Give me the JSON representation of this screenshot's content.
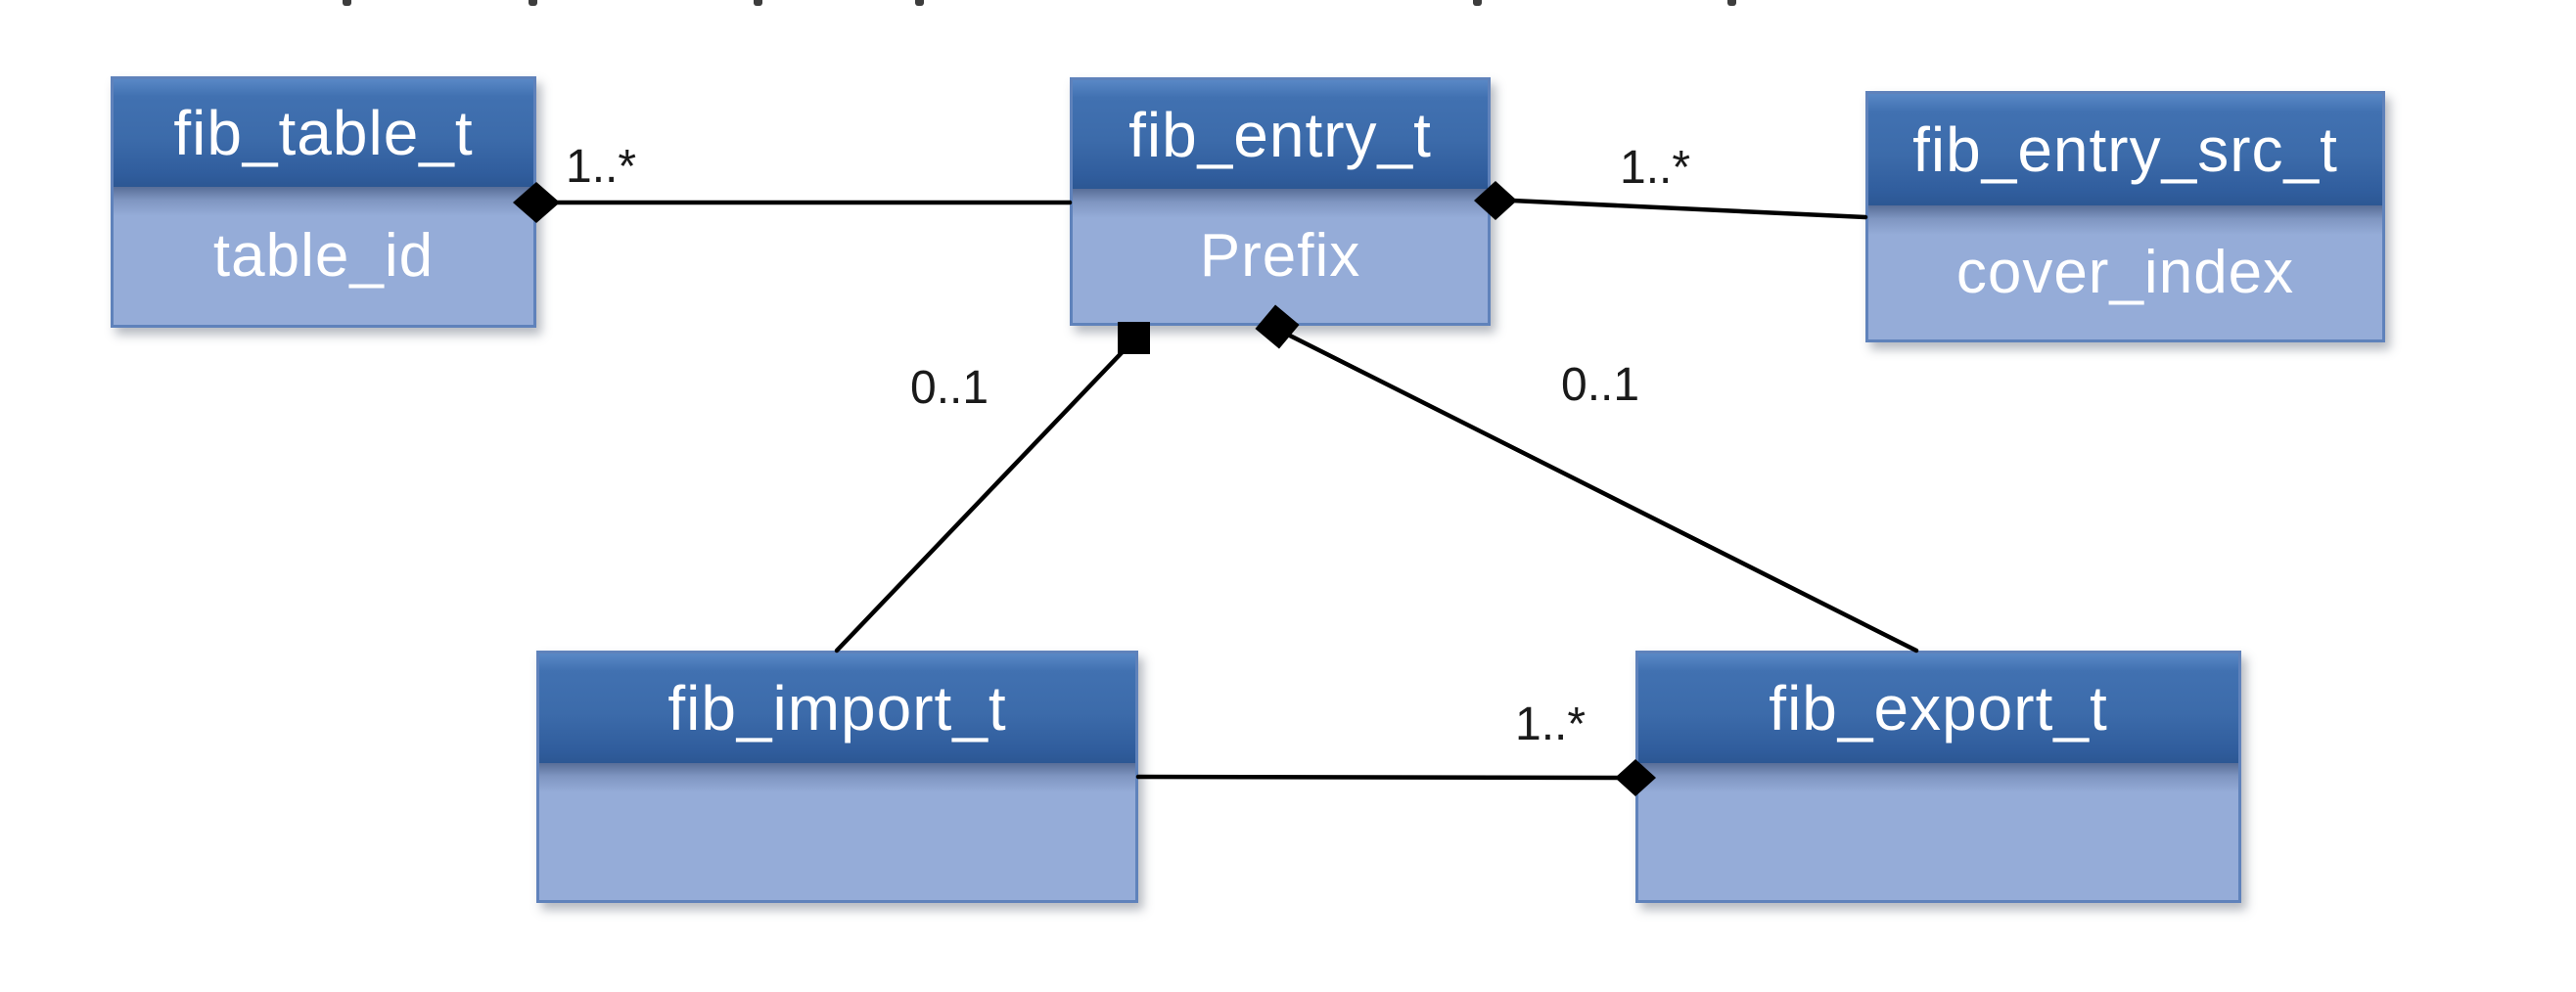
{
  "colors": {
    "background": "#ffffff",
    "header-top": "#5988c6",
    "header-mid": "#3c6baa",
    "header-bottom": "#2c5793",
    "body-fill": "#95acd8",
    "box-border": "#5f82bb",
    "connector": "#000000",
    "class-text": "#ffffff",
    "label-text": "#1a1a1a"
  },
  "diagram": {
    "classes": [
      {
        "name": "fib_table_t",
        "attribute": "table_id"
      },
      {
        "name": "fib_entry_t",
        "attribute": "Prefix"
      },
      {
        "name": "fib_entry_src_t",
        "attribute": "cover_index"
      },
      {
        "name": "fib_import_t",
        "attribute": ""
      },
      {
        "name": "fib_export_t",
        "attribute": ""
      }
    ],
    "associations": [
      {
        "from": "fib_table_t",
        "to": "fib_entry_t",
        "multiplicity": "1..*",
        "diamond_at": "fib_table_t"
      },
      {
        "from": "fib_entry_t",
        "to": "fib_entry_src_t",
        "multiplicity": "1..*",
        "diamond_at": "fib_entry_t"
      },
      {
        "from": "fib_entry_t",
        "to": "fib_import_t",
        "multiplicity": "0..1",
        "diamond_at": "fib_entry_t"
      },
      {
        "from": "fib_entry_t",
        "to": "fib_export_t",
        "multiplicity": "0..1",
        "diamond_at": "fib_entry_t"
      },
      {
        "from": "fib_import_t",
        "to": "fib_export_t",
        "multiplicity": "1..*",
        "diamond_at": "fib_export_t"
      }
    ]
  },
  "artifacts": {
    "top_fragments_x": [
      350,
      540,
      770,
      935,
      1505,
      1765
    ]
  }
}
